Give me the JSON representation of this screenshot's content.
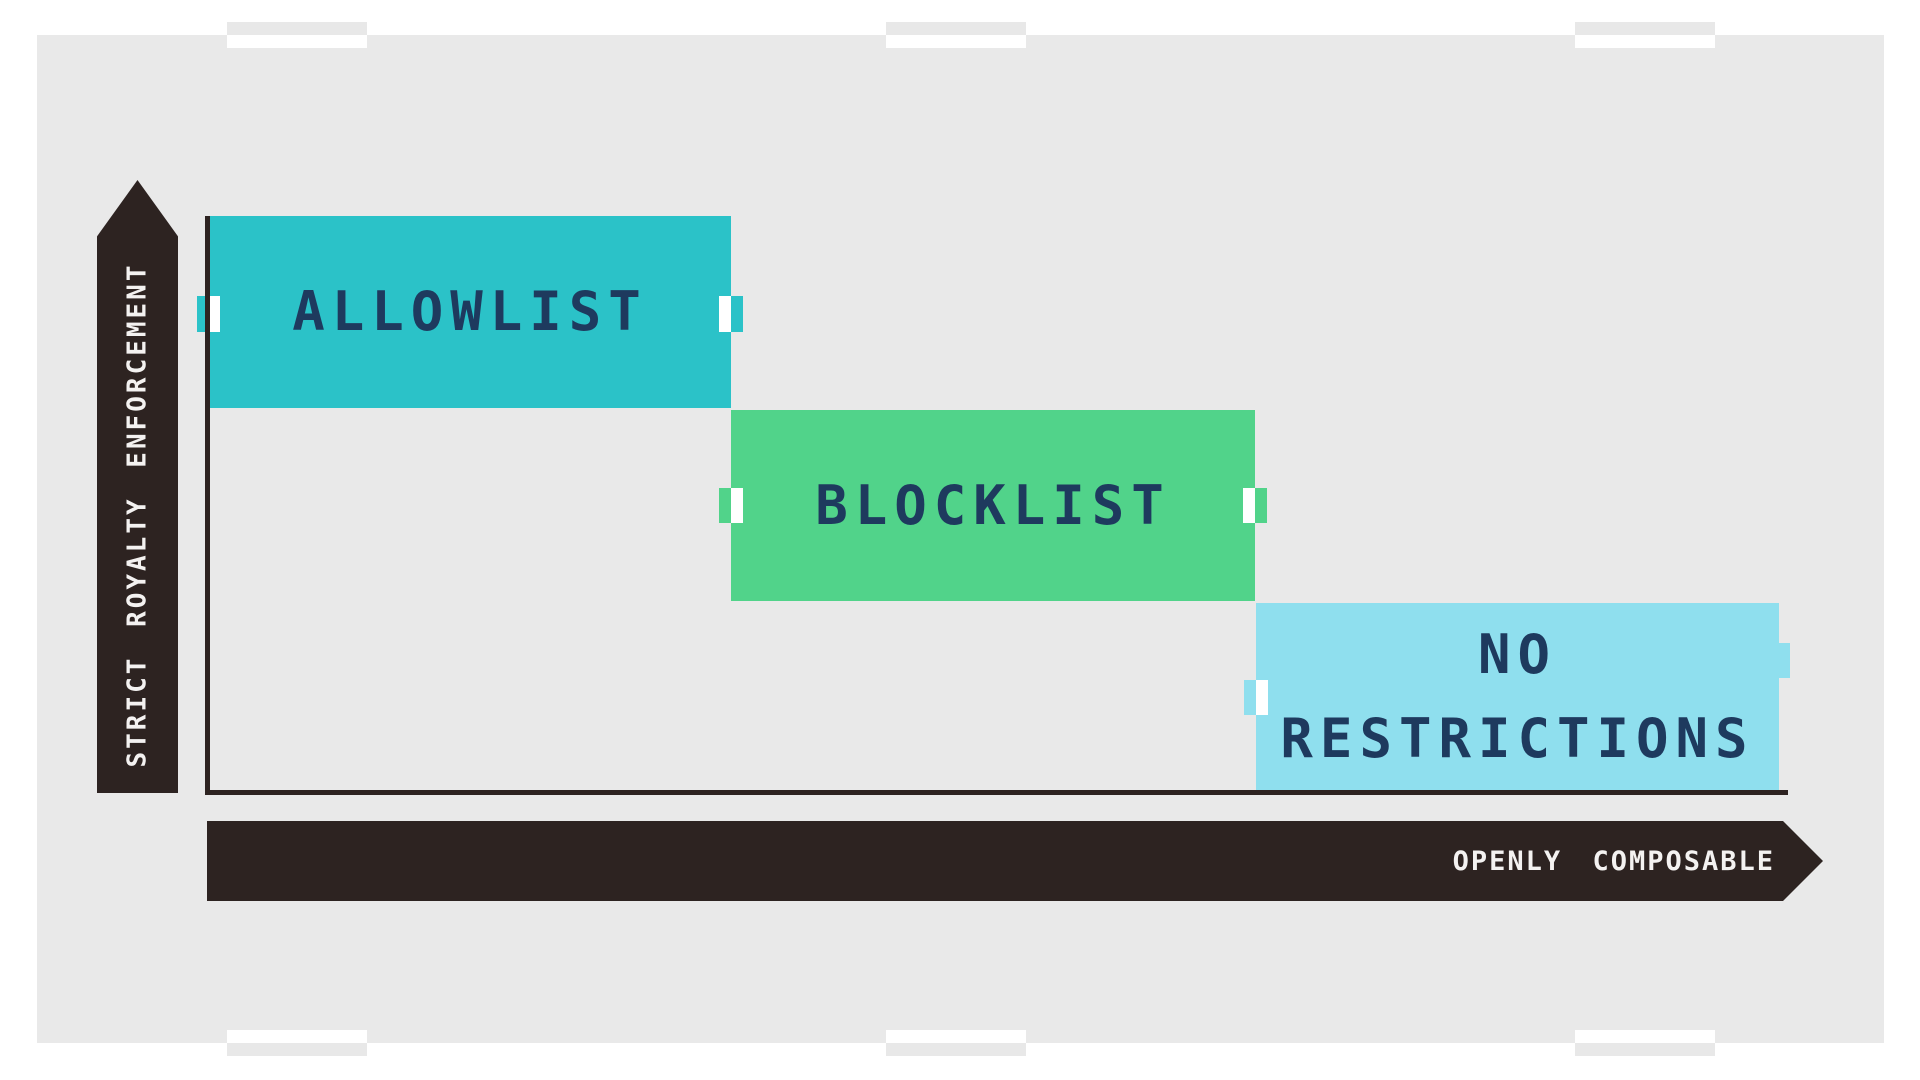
{
  "diagram": {
    "type": "step-tradeoff-diagram",
    "y_axis": {
      "label": "STRICT ROYALTY ENFORCEMENT",
      "direction": "up"
    },
    "x_axis": {
      "label": "OPENLY COMPOSABLE",
      "direction": "right"
    },
    "boxes": [
      {
        "label": "ALLOWLIST",
        "color": "#2bc2c8",
        "position": "top-left (high enforcement, low composability)"
      },
      {
        "label": "BLOCKLIST",
        "color": "#51d38a",
        "position": "middle (medium enforcement, medium composability)"
      },
      {
        "label": "NO RESTRICTIONS",
        "color": "#8fdfee",
        "position": "bottom-right (low enforcement, high composability)"
      }
    ]
  },
  "colors": {
    "dark": "#2d2321",
    "teal": "#2bc2c8",
    "green": "#51d38a",
    "blue": "#8fdfee",
    "navy": "#1e3a5e",
    "canvas": "#e9e9e9",
    "markgray": "#e8e8e8",
    "axistext": "#f4f2f1"
  }
}
